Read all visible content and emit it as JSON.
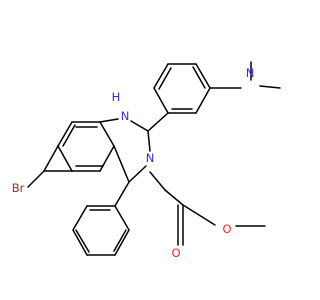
{
  "colors": {
    "background": "#ffffff",
    "bond": "#000000",
    "N": "#2b2bff",
    "O": "#ff2020",
    "Br": "#a52a2a"
  },
  "atom_labels": {
    "nh": "H",
    "nh_n": "N",
    "n_ring": "N",
    "n_me2": "N",
    "br": "Br",
    "o_ester": "O",
    "o_carbonyl": "O"
  }
}
